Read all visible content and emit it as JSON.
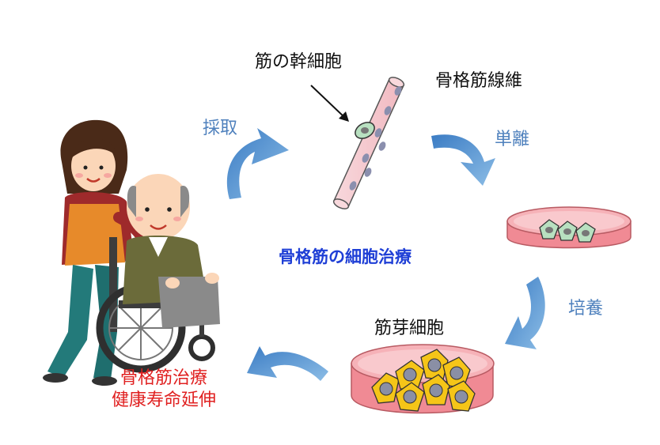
{
  "labels": {
    "stem_cell": "筋の幹細胞",
    "muscle_fiber": "骨格筋線維",
    "center_title": "骨格筋の細胞治療",
    "myoblast": "筋芽細胞",
    "outcome_line1": "骨格筋治療",
    "outcome_line2": "健康寿命延伸"
  },
  "steps": {
    "collect": "採取",
    "isolate": "単離",
    "culture": "培養"
  },
  "colors": {
    "arrow": "#5b9bd5",
    "step_text": "#4f81bd",
    "center_text": "#1f3fd6",
    "outcome_text": "#e02020",
    "fiber": "#f4c6cc",
    "dish": "#f08a94",
    "stem_cell": "#b8e0c0",
    "myoblast": "#f5c518"
  }
}
